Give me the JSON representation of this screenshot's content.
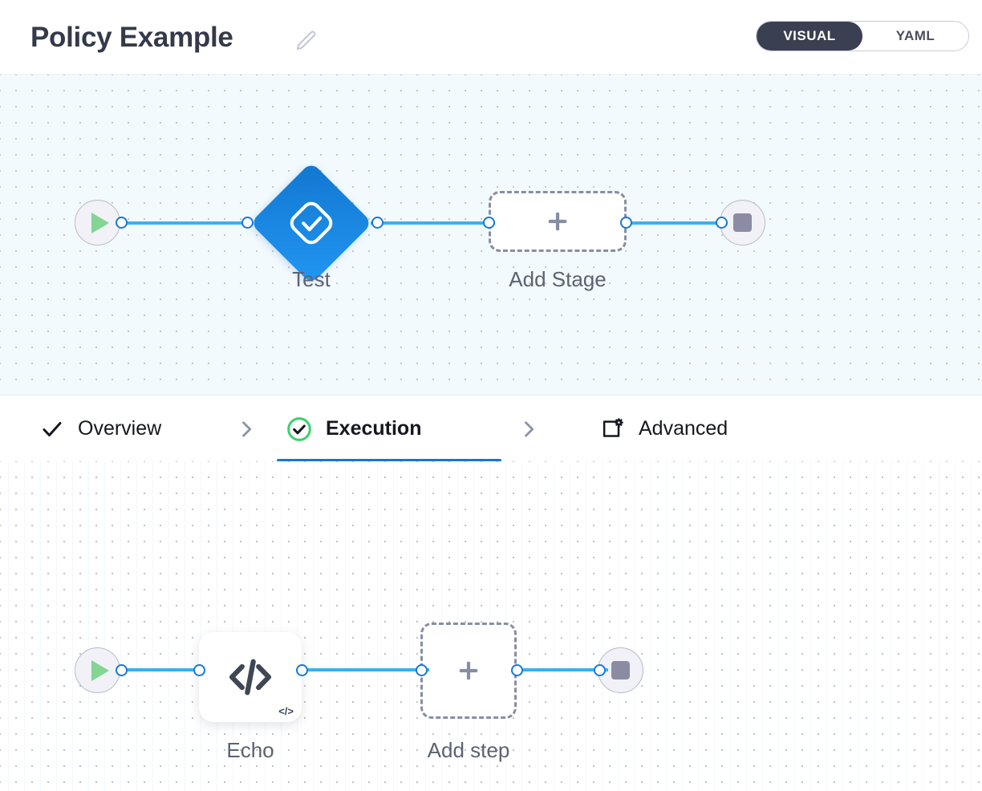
{
  "header": {
    "title": "Policy Example",
    "edit_icon": "pencil-icon",
    "toggle": {
      "options": [
        {
          "label": "VISUAL",
          "active": true
        },
        {
          "label": "YAML",
          "active": false
        }
      ],
      "active_bg": "#3a3f51"
    }
  },
  "tabs": [
    {
      "label": "Overview",
      "icon": "check-icon",
      "active": false
    },
    {
      "label": "Execution",
      "icon": "check-circle-green-icon",
      "active": true
    },
    {
      "label": "Advanced",
      "icon": "square-gear-icon",
      "active": false
    }
  ],
  "tab_separator_icon": "chevron-right-icon",
  "stage_canvas": {
    "start_node": {
      "icon": "play-icon",
      "color": "#84d494"
    },
    "stage_node": {
      "label": "Test",
      "icon": "check-diamond-icon",
      "color": "#2196f3"
    },
    "add_node": {
      "label": "Add Stage",
      "icon": "plus-icon"
    },
    "end_node": {
      "icon": "stop-icon",
      "color": "#8b8ca3"
    },
    "edge_color": "#36b2f0",
    "port_color": "#1779d8"
  },
  "step_canvas": {
    "start_node": {
      "icon": "play-icon",
      "color": "#84d494"
    },
    "step_node": {
      "label": "Echo",
      "icon": "code-icon",
      "badge": "</>"
    },
    "add_node": {
      "label": "Add step",
      "icon": "plus-icon"
    },
    "end_node": {
      "icon": "stop-icon",
      "color": "#8b8ca3"
    },
    "edge_color": "#36b2f0",
    "port_color": "#1779d8"
  }
}
